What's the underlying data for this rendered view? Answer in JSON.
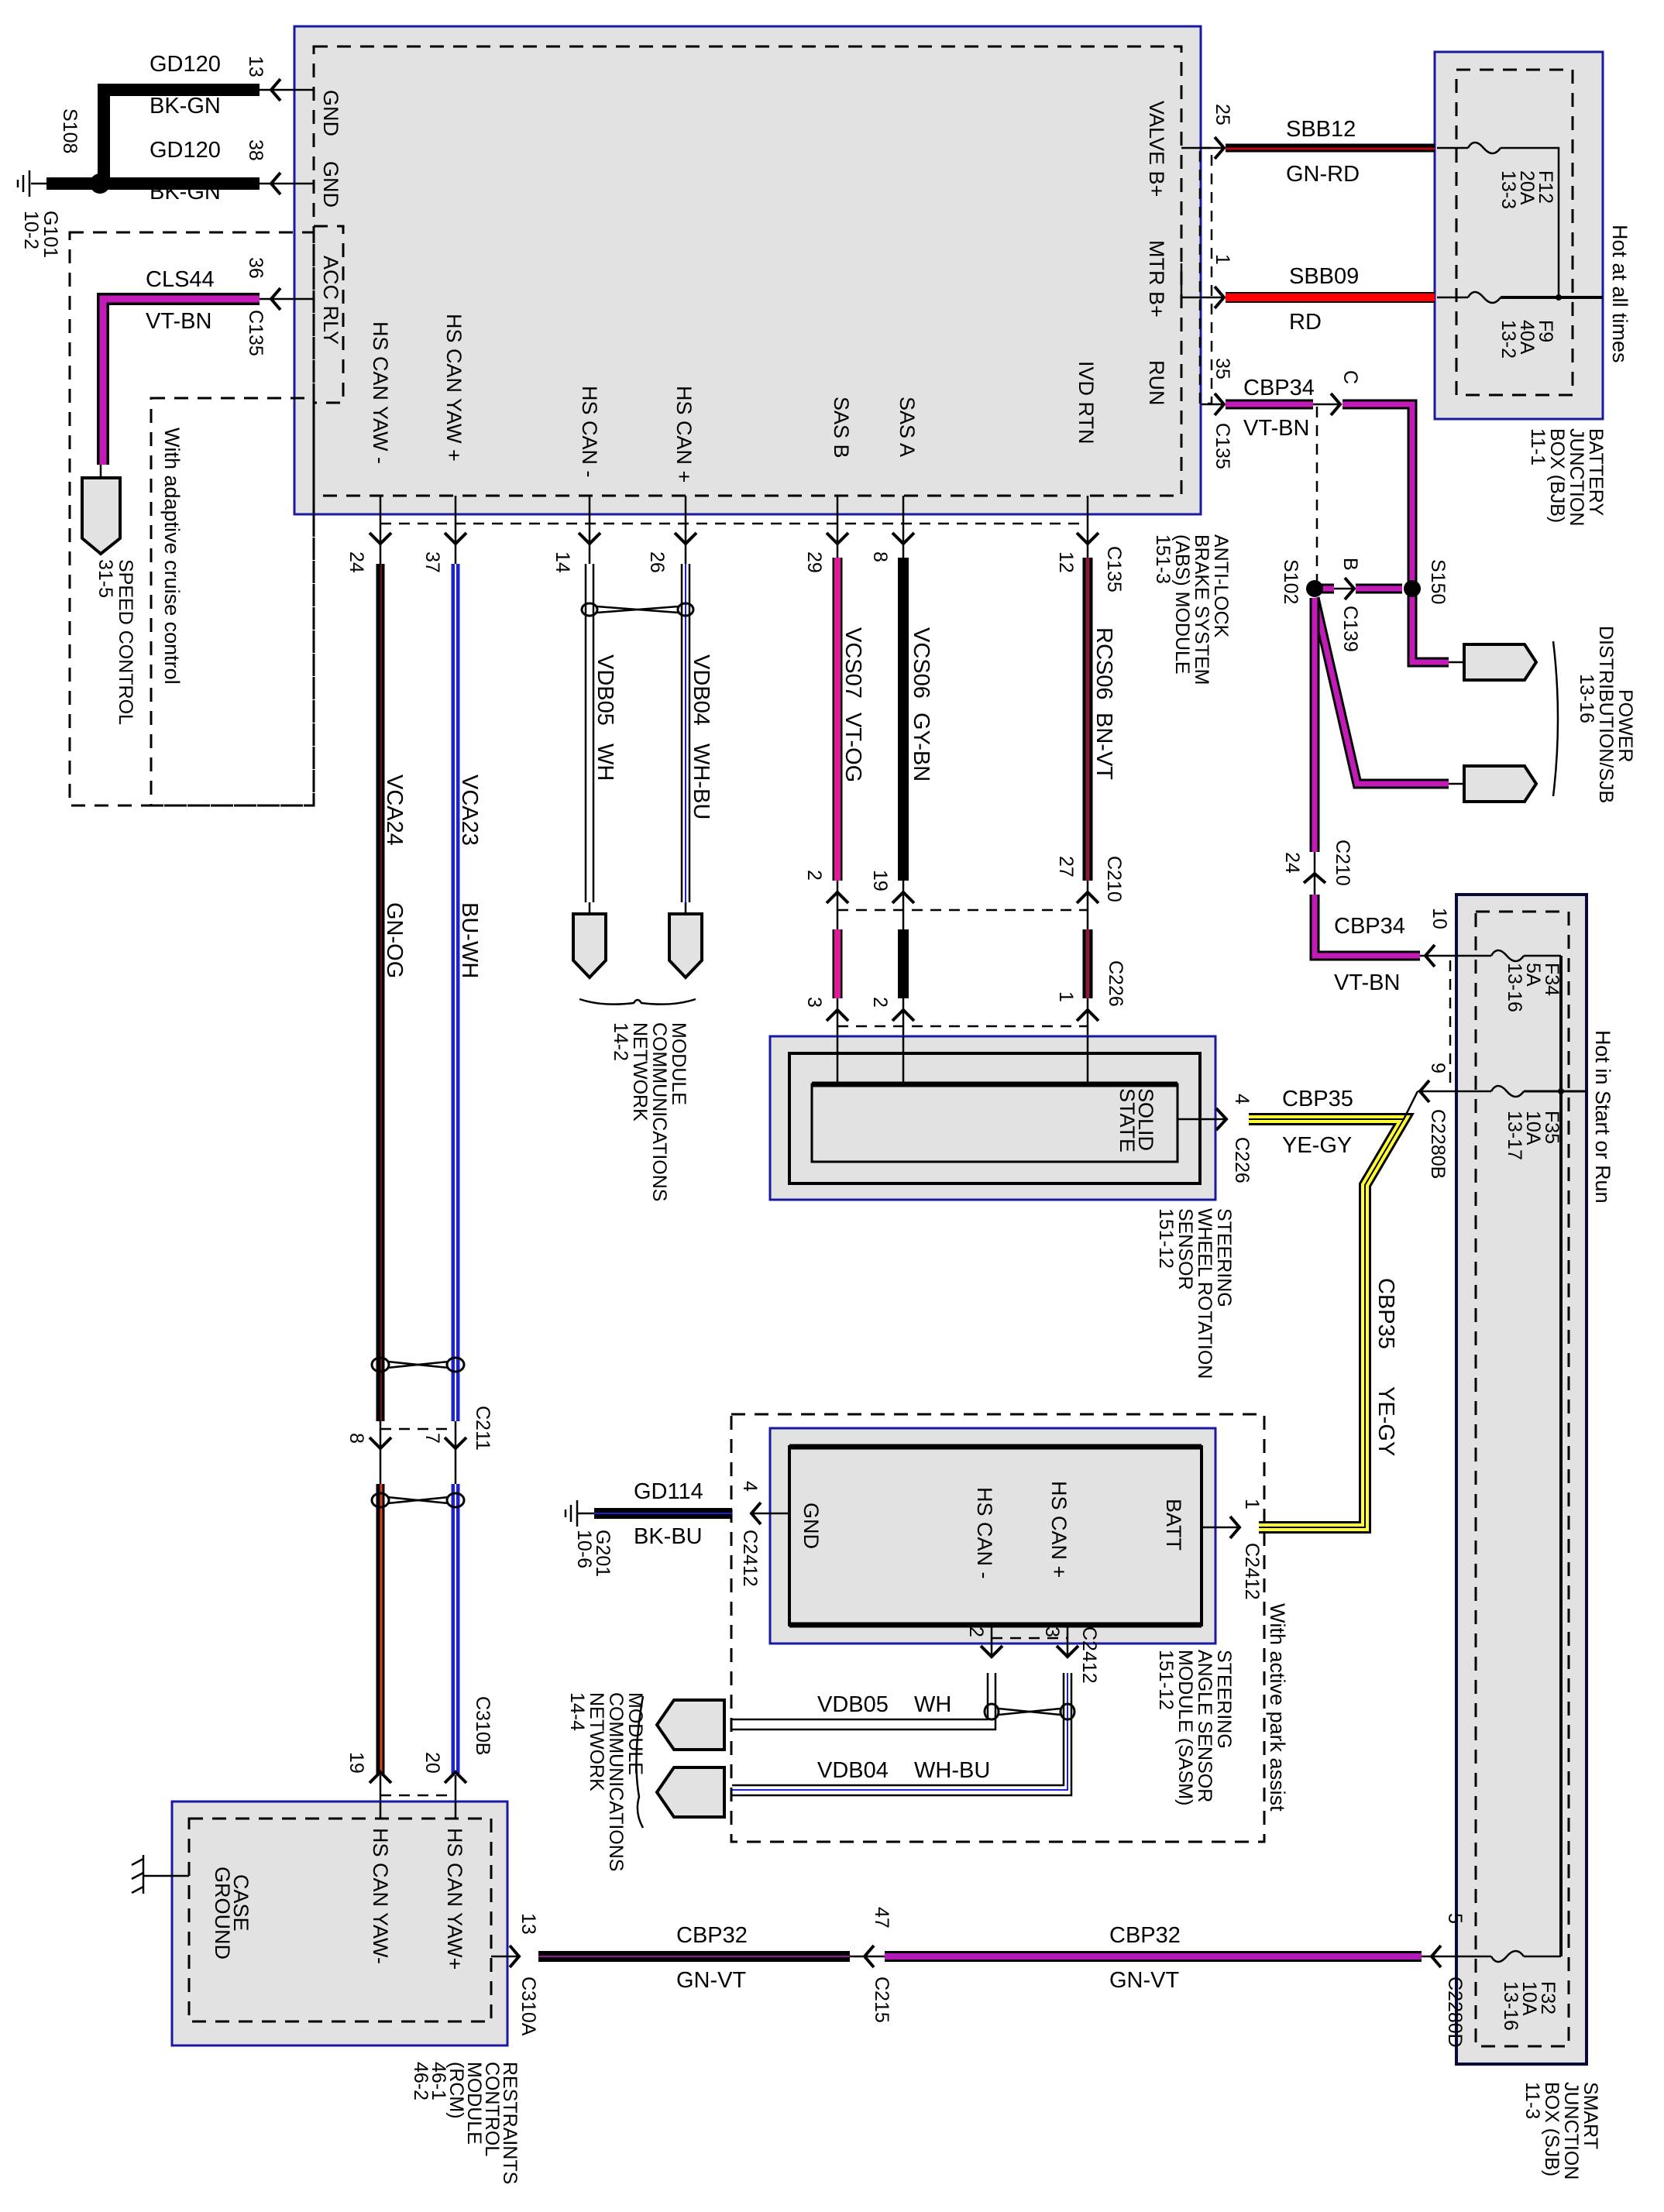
{
  "diagram": {
    "type": "automotive wiring schematic",
    "colors": {
      "module_fill": "#e2e2e2",
      "module_border": "#1a1aa0",
      "wire_black": "#000000",
      "wire_violet": "#c21bb8",
      "wire_red": "#ff0000",
      "wire_blue": "#1b22d6",
      "wire_yellow": "#ffff33",
      "wire_brown_red": "#8a1a1a",
      "wire_magenta": "#e0189a"
    },
    "modules": {
      "abs": {
        "name_lines": [
          "ANTI-LOCK",
          "BRAKE SYSTEM",
          "(ABS) MODULE",
          "151-3"
        ],
        "pins": {
          "gnd1": "GND",
          "gnd2": "GND",
          "acc_rly": "ACC RLY",
          "hs_can_yaw_minus": "HS CAN YAW -",
          "hs_can_yaw_plus": "HS CAN YAW +",
          "hs_can_minus": "HS CAN -",
          "hs_can_plus": "HS CAN +",
          "sas_b": "SAS B",
          "sas_a": "SAS A",
          "ivd_rtn": "IVD RTN",
          "valve_b": "VALVE B+",
          "mtr_b": "MTR B+",
          "run": "RUN"
        }
      },
      "bjb": {
        "name_lines": [
          "BATTERY",
          "JUNCTION",
          "BOX (BJB)",
          "11-1"
        ],
        "note": "Hot at all times",
        "fuses": [
          {
            "lines": [
              "F12",
              "20A",
              "13-3"
            ]
          },
          {
            "lines": [
              "F9",
              "40A",
              "13-2"
            ]
          }
        ]
      },
      "sjb": {
        "name_lines": [
          "SMART",
          "JUNCTION",
          "BOX (SJB)",
          "11-3"
        ],
        "note": "Hot in Start or Run",
        "fuses": [
          {
            "lines": [
              "F34",
              "5A",
              "13-16"
            ]
          },
          {
            "lines": [
              "F35",
              "10A",
              "13-17"
            ]
          },
          {
            "lines": [
              "F32",
              "10A",
              "13-16"
            ]
          }
        ]
      },
      "swrs": {
        "name_lines": [
          "STEERING",
          "WHEEL ROTATION",
          "SENSOR",
          "151-12"
        ],
        "inner_lines": [
          "SOLID",
          "STATE"
        ]
      },
      "sasm": {
        "name_lines": [
          "STEERING",
          "ANGLE SENSOR",
          "MODULE (SASM)",
          "151-12"
        ],
        "pins": {
          "gnd": "GND",
          "hs_can_minus": "HS CAN -",
          "hs_can_plus": "HS CAN +",
          "batt": "BATT"
        },
        "option_note": "With active park assist"
      },
      "rcm": {
        "name_lines": [
          "RESTRAINTS",
          "CONTROL",
          "MODULE",
          "(RCM)",
          "46-1",
          "46-2"
        ],
        "pins": {
          "hs_can_yaw_minus": "HS CAN YAW-",
          "hs_can_yaw_plus": "HS CAN YAW+",
          "case_ground": [
            "CASE",
            "GROUND"
          ]
        }
      },
      "speed_control": {
        "lines": [
          "SPEED CONTROL",
          "31-5"
        ],
        "option_note": "With adaptive cruise control"
      },
      "mcn_top": {
        "lines": [
          "MODULE",
          "COMMUNICATIONS",
          "NETWORK",
          "14-2"
        ]
      },
      "mcn_bottom": {
        "lines": [
          "MODULE",
          "COMMUNICATIONS",
          "NETWORK",
          "14-4"
        ]
      },
      "power_dist": {
        "lines": [
          "POWER",
          "DISTRIBUTION/SJB",
          "13-16"
        ]
      }
    },
    "grounds": {
      "g101": [
        "G101",
        "10-2"
      ],
      "g201": [
        "G201",
        "10-6"
      ],
      "s108": "S108"
    },
    "splices": {
      "s102": "S102",
      "s150": "S150"
    },
    "wires": {
      "gd120_a": {
        "circuit": "GD120",
        "color": "BK-GN",
        "pin": "13"
      },
      "gd120_b": {
        "circuit": "GD120",
        "color": "BK-GN",
        "pin": "38"
      },
      "cls44": {
        "circuit": "CLS44",
        "color": "VT-BN",
        "pin": "36",
        "connector": "C135"
      },
      "sbb12": {
        "circuit": "SBB12",
        "color": "GN-RD",
        "pin": "25"
      },
      "sbb09": {
        "circuit": "SBB09",
        "color": "RD",
        "pin": "1"
      },
      "cbp34_top": {
        "circuit": "CBP34",
        "color": "VT-BN",
        "pin": "35",
        "connector": "C135",
        "c139_pin_c": "C",
        "c139_pin_b": "B",
        "c139": "C139"
      },
      "cbp34_sjb": {
        "circuit": "CBP34",
        "color": "VT-BN",
        "pin": "10",
        "c210_pin": "24",
        "c210": "C210"
      },
      "cbp35_h": {
        "circuit": "CBP35",
        "color": "YE-GY",
        "pin_swrs": "4",
        "c226": "C226",
        "pin_sjb": "9",
        "c2280b": "C2280B"
      },
      "cbp35_v": {
        "circuit": "CBP35",
        "color": "YE-GY",
        "pin_sasm": "1",
        "c2412": "C2412"
      },
      "vca24": {
        "circuit": "VCA24",
        "color": "GN-OG",
        "pin_abs": "24",
        "pin_c211": "8",
        "pin_c310b": "19"
      },
      "vca23": {
        "circuit": "VCA23",
        "color": "BU-WH",
        "pin_abs": "37",
        "pin_c211": "7",
        "pin_c310b": "20"
      },
      "c211": "C211",
      "c310b": "C310B",
      "vdb05_top": {
        "circuit": "VDB05",
        "color": "WH",
        "pin": "14"
      },
      "vdb04_top": {
        "circuit": "VDB04",
        "color": "WH-BU",
        "pin": "26"
      },
      "vcs07": {
        "circuit": "VCS07",
        "color": "VT-OG",
        "pin_abs": "29",
        "pin_c210": "2",
        "pin_c226": "3"
      },
      "vcs06": {
        "circuit": "VCS06",
        "color": "GY-BN",
        "pin_abs": "8",
        "pin_c210": "19",
        "pin_c226": "2"
      },
      "rcs06": {
        "circuit": "RCS06",
        "color": "BN-VT",
        "pin_abs": "12",
        "c135": "C135",
        "pin_c210": "27",
        "c210": "C210",
        "pin_c226": "1",
        "c226": "C226"
      },
      "gd114": {
        "circuit": "GD114",
        "color": "BK-BU",
        "pin": "4",
        "c2412": "C2412"
      },
      "vdb05_bot": {
        "circuit": "VDB05",
        "color": "WH",
        "pin": "2"
      },
      "vdb04_bot": {
        "circuit": "VDB04",
        "color": "WH-BU",
        "pin": "3",
        "c2412": "C2412"
      },
      "cbp32_a": {
        "circuit": "CBP32",
        "color": "GN-VT",
        "pin": "13",
        "c310a": "C310A"
      },
      "cbp32_b": {
        "circuit": "CBP32",
        "color": "GN-VT",
        "pin_c215": "47",
        "c215": "C215",
        "pin_sjb": "5",
        "c2280d": "C2280D"
      }
    }
  }
}
